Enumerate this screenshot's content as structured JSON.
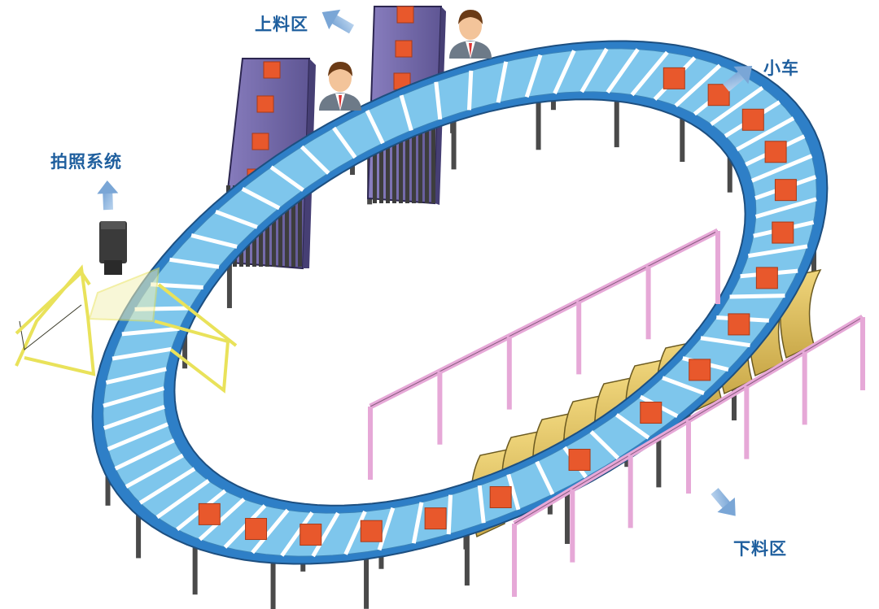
{
  "labels": {
    "loading_area": "上料区",
    "cart": "小车",
    "camera_system": "拍照系统",
    "unloading_area": "下料区"
  },
  "colors": {
    "tray": "#7ec6ec",
    "rail": "#2e7fc7",
    "parcel": "#e8582c",
    "loading_rack": "#7b6fb0",
    "chute": "#e7c766",
    "railing": "#e6a8d7",
    "camera_fence": "#e9e25a",
    "arrow": "#8fb6de",
    "label": "#1f5f9e"
  }
}
